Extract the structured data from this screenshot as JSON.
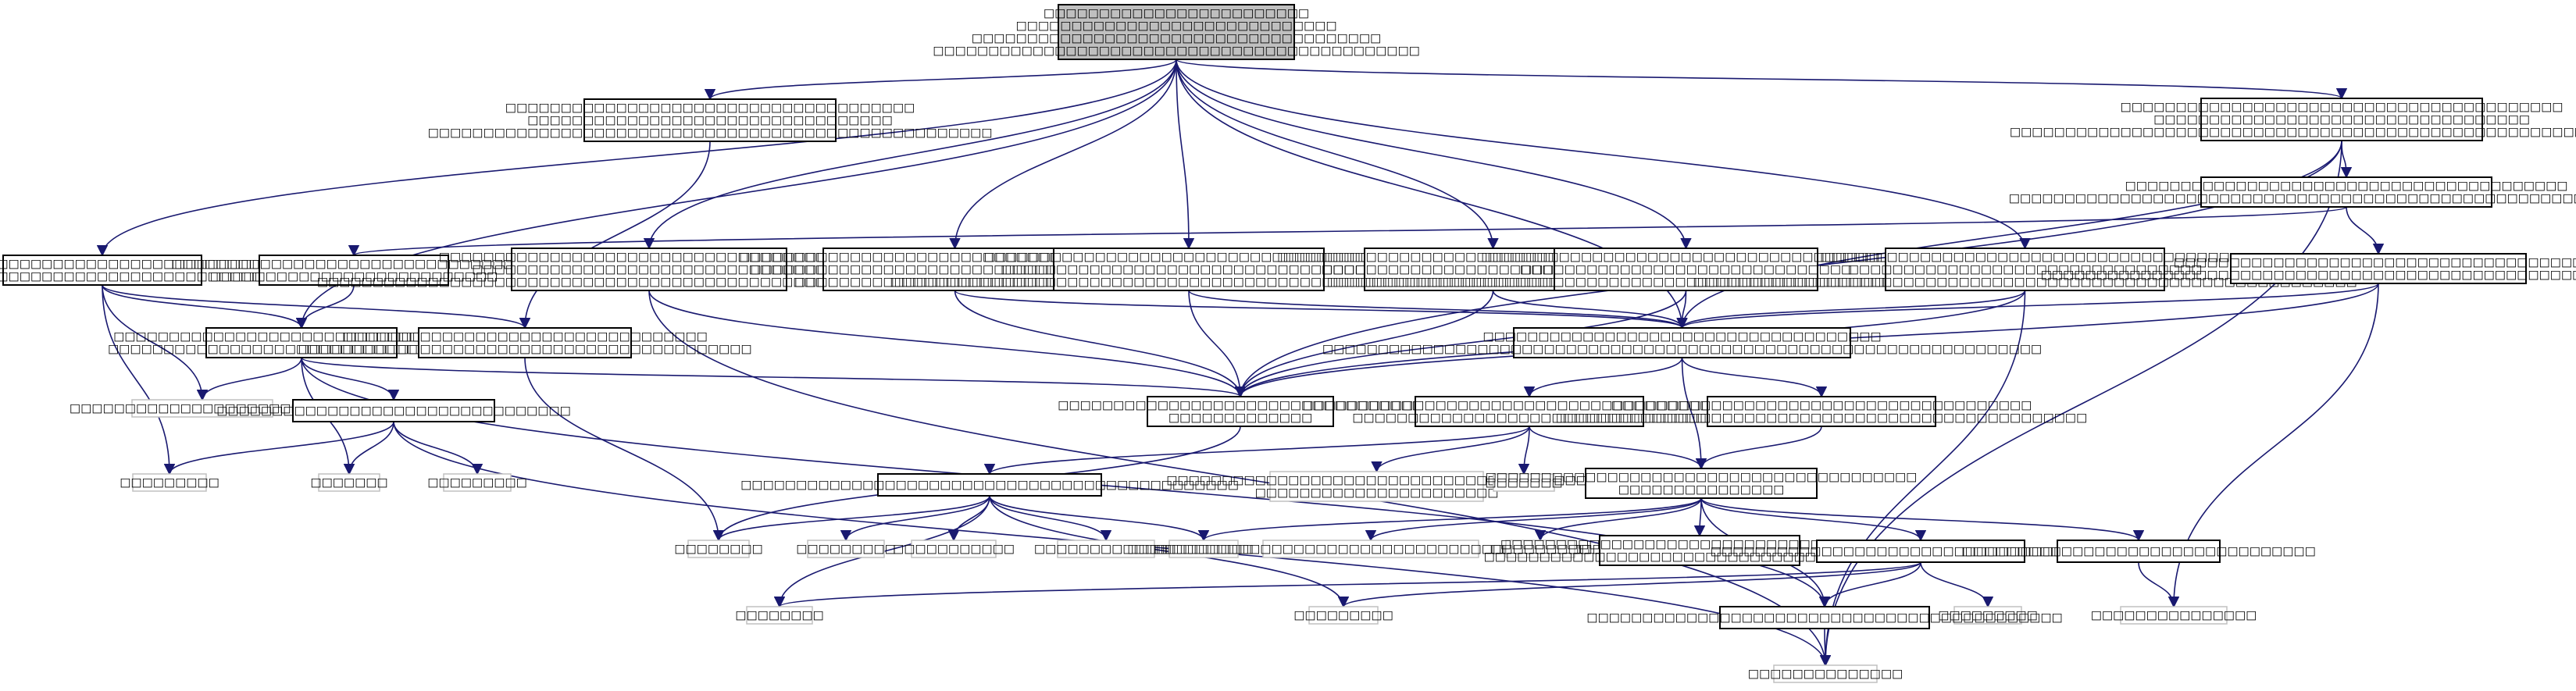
{
  "colors": {
    "edge": "#191970",
    "root_fill": "#bfbfbf",
    "node_border": "#000000",
    "ghost_border": "#c0c0c0"
  },
  "nodes": [
    {
      "id": "root",
      "kind": "root",
      "lines": [
        "□□□□□□□□□□□□□□□□□□□□□□□□",
        "□□□□□□□□□□□□□□□□□□□□□□□□□□□□□",
        "□□□□□□□□□□□□□□□□□□□□□□□□□□□□□□□□□□□□□",
        "□□□□□□□□□□□□□□□□□□□□□□□□□□□□□□□□□□□□□□□□□□□□"
      ]
    },
    {
      "id": "a1",
      "kind": "solid",
      "lines": [
        "□□□□□□□□□□□□□□□□□□□□□□□□□□□□□□□□□□□□□",
        "□□□□□□□□□□□□□□□□□□□□□□□□□□□□□□□□□",
        "□□□□□□□□□□□□□□□□□□□□□□□□□□□□□□□□□□□□□□□□□□□□□□□□□□□"
      ]
    },
    {
      "id": "a2",
      "kind": "solid",
      "lines": [
        "□□□□□□□□□□□□□□□□□□□□□□□□□□□□□□□□□□□□□□□□",
        "□□□□□□□□□□□□□□□□□□□□□□□□□□□□□□□□□□",
        "□□□□□□□□□□□□□□□□□□□□□□□□□□□□□□□□□□□□□□□□□□□□□□□□□□□□□□□□□□□□"
      ]
    },
    {
      "id": "b1",
      "kind": "solid",
      "lines": [
        "□□□□□□□□□□□□□□□□□□□□□□□□□□□□□□□□□",
        "□□□□□□□□□□□□□□□□□□□□□□□□□□□□□□□□□□□□□□□□□□□□□□□□□"
      ]
    },
    {
      "id": "b2",
      "kind": "solid",
      "lines": [
        "□□□□□□□□□□□□□□□□□□□□□□□□□□□□□□□□□",
        "□□□□□□□□□□□□□□□□□□□□□□□□□□"
      ]
    },
    {
      "id": "b3",
      "kind": "solid",
      "lines": [
        "□□□□□□□□□□□□□□□□□□□□□□□□□□□□□□□□□□□□□□",
        "□□□□□□□□□□□□□□□□□□□□□□□□□□□□□□□□",
        "□□□□□□□□□□□□□□□□□□□□□□□□□□□□□□□□□□□□□□□□□□□□□□□□□□□□□□□□□□□□"
      ]
    },
    {
      "id": "b4",
      "kind": "solid",
      "lines": [
        "□□□□□□□□□□□□□□□□□□□□□□□□□□□□□□□□□□□□□□□",
        "□□□□□□□□□□□□□□□□□□□□□□□□□□□□□□□□□□□□□",
        "□□□□□□□□□□□□□□□□□□□□□□□□□□□□□"
      ]
    },
    {
      "id": "b5",
      "kind": "solid",
      "lines": [
        "□□□□□□□□□□□□□□□□□□□□□□□□□□□□□□□□□□□□□",
        "□□□□□□□□□□□□□□□□□□□□□□□□□□□□□□□□□□",
        "□□□□□□□□□□□□□□□□□□□□□□□□□□□□□□□□□□□□□□□□□□□□□□□□□□□□□□"
      ]
    },
    {
      "id": "b6",
      "kind": "solid",
      "lines": [
        "□□□□□□□□□□□□□□□□□□□□□□□□□□□□□□□□□□□□□□□",
        "□□□□□□□□□□□□□□□□□□□□□□□□□□□□□□□",
        "□□□□□□□□□□□□□□□□□□□□□□□□□□□□□□"
      ]
    },
    {
      "id": "b7",
      "kind": "solid",
      "lines": [
        "□□□□□□□□□□□□□□□□□□□□□□□□□□□□□□□□□□□□□",
        "□□□□□□□□□□□□□□□□□□□□□□□□□□□□□□",
        "□□□□□□□□□□□□□□□□□□□□□□□□□□□□□□□□□□□□□□□□□□□□□□□□□□□□□□□□□□"
      ]
    },
    {
      "id": "b8",
      "kind": "solid",
      "lines": [
        "□□□□□□□□□□□□□□□□□□□□□□□□□□□□□□□□□□□□□",
        "□□□□□□□□□□□□□□□□□□□□□□□□□□□□□□□□",
        "□□□□□□□□□□□□□□□□□□□□□□□□□□□□□□□□□□□□□□□□□□□□□□□□□□□□□□□□□□□□"
      ]
    },
    {
      "id": "a3",
      "kind": "solid",
      "lines": [
        "□□□□□□□□□□□□□□□□□□□□□□□□□□□□□□□□□□□□□□□□",
        "□□□□□□□□□□□□□□□□□□□□□□□□□□□□□□□□□□□□□□□□□□□□□□□□□□□□□□□□□□□□□"
      ]
    },
    {
      "id": "a4",
      "kind": "solid",
      "lines": [
        "□□□□□□□□□□□□□□□□□□□□□□□□□□□□□□□□□□□□□",
        "□□□□□□□□□□□□□□□□□□□□□□□□□□□□□□□□□□□□□□□□□□□□□□□□□□□□□□□□□□□□□"
      ]
    },
    {
      "id": "c1",
      "kind": "solid",
      "lines": [
        "□□□□□□□□□□□□□□□□□□□□□□□□□□□□□□□□□□",
        "□□□□□□□□□□□□□□□□□□□□□□□□□□□□□□□□□□□"
      ]
    },
    {
      "id": "c2",
      "kind": "solid",
      "lines": [
        "□□□□□□□□□□□□□□□□□□□□□□□□□□□□□□□□□",
        "□□□□□□□□□□□□□□□□□□□□□□□□□□□□□□□□□□□□□□□□□"
      ]
    },
    {
      "id": "c3",
      "kind": "solid",
      "lines": [
        "□□□□□□□□□□□□□□□□□□□□□□□□□□□□□□□□□□□□",
        "□□□□□□□□□□□□□□□□□□□□□□□□□□□□□□□□□□□□□□□□□□□□□□□□□□□□□□□□□□□□□□□□□"
      ]
    },
    {
      "id": "c4",
      "kind": "solid",
      "lines": [
        "□□□□□□□□□□□□□□□□□□□□□□□□□□□□□□□□□",
        "□□□□□□□□□□□□□"
      ]
    },
    {
      "id": "g1",
      "kind": "ghost",
      "lines": [
        "□□□□□□□□□□□□□□□□□□□□□□□□"
      ]
    },
    {
      "id": "d1",
      "kind": "solid",
      "lines": [
        "□□□□□□□□□□□□□□□□□□□□□□□□□□□□□□□□"
      ]
    },
    {
      "id": "d2",
      "kind": "solid",
      "lines": [
        "□□□□□□□□□□□□□□□□□□□□□□□□□□□□□□□□□□□□□□□□□",
        "□□□□□□□□□□□□□□□□□□□□□□□□□□□□□□□□"
      ]
    },
    {
      "id": "d3",
      "kind": "solid",
      "lines": [
        "□□□□□□□□□□□□□□□□□□□□□□□□□□□□□□□□□□□□□□",
        "□□□□□□□□□□□□□□□□□□□□□□□□□□□□□□□□□□□□□□□□□□□□□□□□"
      ]
    },
    {
      "id": "g2",
      "kind": "ghost",
      "lines": [
        "□□□□□□□□□"
      ]
    },
    {
      "id": "g3",
      "kind": "ghost",
      "lines": [
        "□□□□□□□"
      ]
    },
    {
      "id": "g4",
      "kind": "ghost",
      "lines": [
        "□□□□□□□□□"
      ]
    },
    {
      "id": "g5",
      "kind": "ghost",
      "lines": [
        "□□□□□□□□□□□□□□□□□□□□□□□□□□□□□□□□□□□□□□",
        "□□□□□□□□□□□□□□□□□□□□□□"
      ]
    },
    {
      "id": "g6",
      "kind": "ghost",
      "lines": [
        "□□□□□□□"
      ]
    },
    {
      "id": "e1",
      "kind": "solid",
      "lines": [
        "□□□□□□□□□□□□□□□□□□□□□□□□□□□□□□□□□□□□□□□□□□□□□"
      ]
    },
    {
      "id": "e2",
      "kind": "solid",
      "lines": [
        "□□□□□□□□□□□□□□□□□□□□□□□□□□□□□□□□□□□□□□□",
        "□□□□□□□□□□□□□□□"
      ]
    },
    {
      "id": "g7",
      "kind": "ghost",
      "lines": [
        "□□□□□□□□"
      ]
    },
    {
      "id": "g8",
      "kind": "ghost",
      "lines": [
        "□□□□□□□□□"
      ]
    },
    {
      "id": "g9",
      "kind": "ghost",
      "lines": [
        "□□□□□□□□□□□"
      ]
    },
    {
      "id": "g10",
      "kind": "ghost",
      "lines": [
        "□□□□□□□□□□□□□"
      ]
    },
    {
      "id": "g11",
      "kind": "ghost",
      "lines": [
        "□□□□□□□□□"
      ]
    },
    {
      "id": "g12",
      "kind": "ghost",
      "lines": [
        "□□□□□□□□□□□□□□□□□□□□□□□□□□□□□□□□□□□□□□□□□□□□"
      ]
    },
    {
      "id": "g13",
      "kind": "ghost",
      "lines": [
        "□□□□□□□□□"
      ]
    },
    {
      "id": "f1",
      "kind": "solid",
      "lines": [
        "□□□□□□□□□□□□□□□□□□□□□□□□□□□□□□□□□□□□",
        "□□□□□□□□□□□□□□□□□□□□□□□□□□□□□□□□□□□□□□□"
      ]
    },
    {
      "id": "f2",
      "kind": "solid",
      "lines": [
        "□□□□□□□□□□□□□□□□□□□□□□□□□□□□□□□□□□□□□□"
      ]
    },
    {
      "id": "f3",
      "kind": "solid",
      "lines": [
        "□□□□□□□□□□□□□□□□□□□□□□□□□□□□□□□□"
      ]
    },
    {
      "id": "g14",
      "kind": "ghost",
      "lines": [
        "□□□□□□□□"
      ]
    },
    {
      "id": "g15",
      "kind": "ghost",
      "lines": [
        "□□□□□□□□□"
      ]
    },
    {
      "id": "g16",
      "kind": "ghost",
      "lines": [
        "□□□□□□□□□"
      ]
    },
    {
      "id": "g17",
      "kind": "ghost",
      "lines": [
        "□□□□□□□□□□□□□□□"
      ]
    },
    {
      "id": "h1",
      "kind": "solid",
      "lines": [
        "□□□□□□□□□□□□□□□□□□□□□□□□□□□□□□□□□□□□□□□□□□□"
      ]
    },
    {
      "id": "g18",
      "kind": "ghost",
      "lines": [
        "□□□□□□□□□□□□□□"
      ]
    }
  ],
  "edges": [
    [
      "root",
      "c1"
    ],
    [
      "root",
      "a1"
    ],
    [
      "root",
      "b3"
    ],
    [
      "root",
      "b4"
    ],
    [
      "root",
      "b5"
    ],
    [
      "root",
      "b6"
    ],
    [
      "root",
      "b7"
    ],
    [
      "root",
      "b8"
    ],
    [
      "root",
      "a2"
    ],
    [
      "root",
      "c3"
    ],
    [
      "root",
      "b1"
    ],
    [
      "b1",
      "c1"
    ],
    [
      "b1",
      "c2"
    ],
    [
      "b1",
      "g1"
    ],
    [
      "b1",
      "g2"
    ],
    [
      "b2",
      "c1"
    ],
    [
      "a1",
      "c2"
    ],
    [
      "c1",
      "g1"
    ],
    [
      "c1",
      "d1"
    ],
    [
      "c1",
      "c4"
    ],
    [
      "c1",
      "g3"
    ],
    [
      "c1",
      "h1"
    ],
    [
      "c2",
      "g7"
    ],
    [
      "b3",
      "c4"
    ],
    [
      "b3",
      "g18"
    ],
    [
      "b4",
      "c4"
    ],
    [
      "b4",
      "c3"
    ],
    [
      "b5",
      "c4"
    ],
    [
      "b5",
      "c3"
    ],
    [
      "b6",
      "c4"
    ],
    [
      "b6",
      "c3"
    ],
    [
      "b7",
      "c4"
    ],
    [
      "b7",
      "c3"
    ],
    [
      "b8",
      "c4"
    ],
    [
      "b8",
      "c3"
    ],
    [
      "b8",
      "g18"
    ],
    [
      "a2",
      "a3"
    ],
    [
      "a2",
      "c3"
    ],
    [
      "a2",
      "c4"
    ],
    [
      "a2",
      "g18"
    ],
    [
      "a3",
      "b2"
    ],
    [
      "a3",
      "a4"
    ],
    [
      "a4",
      "c3"
    ],
    [
      "a4",
      "c4"
    ],
    [
      "a4",
      "g17"
    ],
    [
      "c3",
      "d2"
    ],
    [
      "c3",
      "d3"
    ],
    [
      "c3",
      "e2"
    ],
    [
      "d1",
      "g2"
    ],
    [
      "d1",
      "g3"
    ],
    [
      "d1",
      "g4"
    ],
    [
      "d1",
      "g18"
    ],
    [
      "c4",
      "g7"
    ],
    [
      "d2",
      "g5"
    ],
    [
      "d2",
      "g6"
    ],
    [
      "d2",
      "e1"
    ],
    [
      "d2",
      "e2"
    ],
    [
      "d3",
      "e2"
    ],
    [
      "e1",
      "g7"
    ],
    [
      "e1",
      "g8"
    ],
    [
      "e1",
      "g9"
    ],
    [
      "e1",
      "g10"
    ],
    [
      "e1",
      "g11"
    ],
    [
      "e1",
      "g14"
    ],
    [
      "e1",
      "g15"
    ],
    [
      "e2",
      "g11"
    ],
    [
      "e2",
      "g12"
    ],
    [
      "e2",
      "g13"
    ],
    [
      "e2",
      "f1"
    ],
    [
      "e2",
      "f2"
    ],
    [
      "e2",
      "f3"
    ],
    [
      "e2",
      "h1"
    ],
    [
      "f2",
      "h1"
    ],
    [
      "f2",
      "g14"
    ],
    [
      "f2",
      "g15"
    ],
    [
      "f2",
      "g16"
    ],
    [
      "f3",
      "g17"
    ],
    [
      "h1",
      "g18"
    ]
  ]
}
